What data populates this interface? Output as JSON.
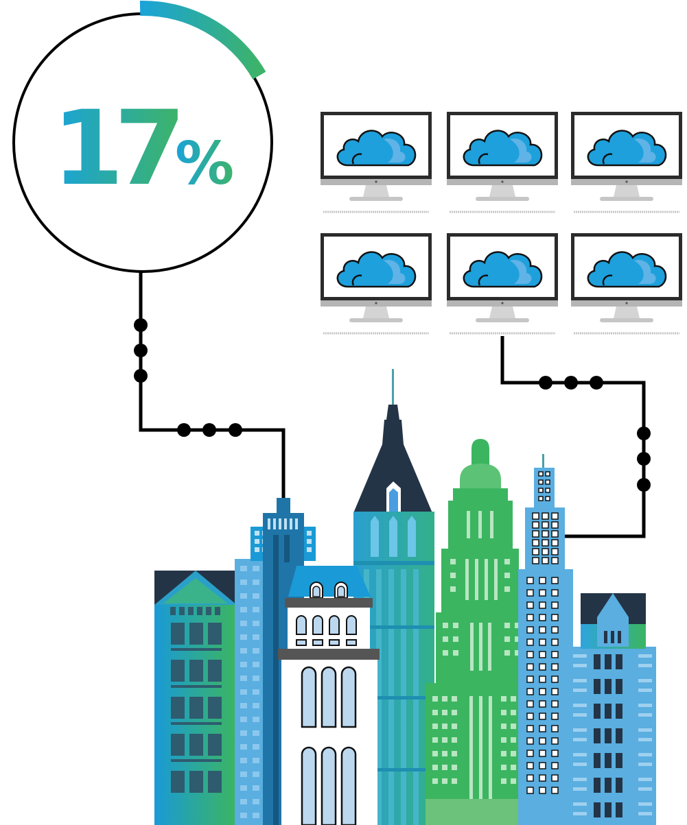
{
  "stat": {
    "number": "17",
    "unit": "%",
    "fraction": 0.17
  },
  "colors": {
    "gradient_start": "#1aa3d9",
    "gradient_end": "#3db36a",
    "line": "#111111",
    "cloud": "#1ea0dc",
    "cloud_highlight": "#5fb3e6",
    "monitor_frame": "#2b2b2b",
    "monitor_base": "#c8c8c8",
    "navy": "#243447",
    "green": "#3cb560",
    "light_green": "#6cc27a",
    "blue": "#1a9ad6",
    "light_blue": "#5aaee0",
    "teal": "#2ba7a0",
    "dark_gray": "#555555"
  },
  "icons": [
    "cloud-icon",
    "monitor-icon",
    "building-icon"
  ],
  "monitors": {
    "rows": 2,
    "cols": 3
  }
}
